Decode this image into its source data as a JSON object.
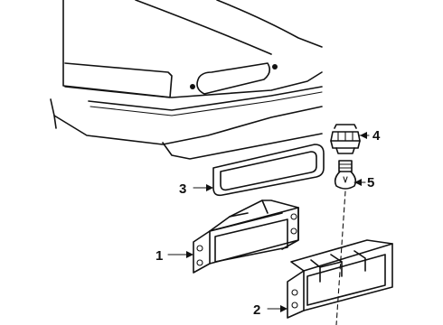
{
  "callouts": [
    {
      "number": "1",
      "part": "lamp-assembly"
    },
    {
      "number": "2",
      "part": "lamp-housing"
    },
    {
      "number": "3",
      "part": "lens-gasket"
    },
    {
      "number": "4",
      "part": "bulb-socket"
    },
    {
      "number": "5",
      "part": "bulb"
    }
  ],
  "colors": {
    "line": "#111111",
    "background": "#ffffff"
  }
}
